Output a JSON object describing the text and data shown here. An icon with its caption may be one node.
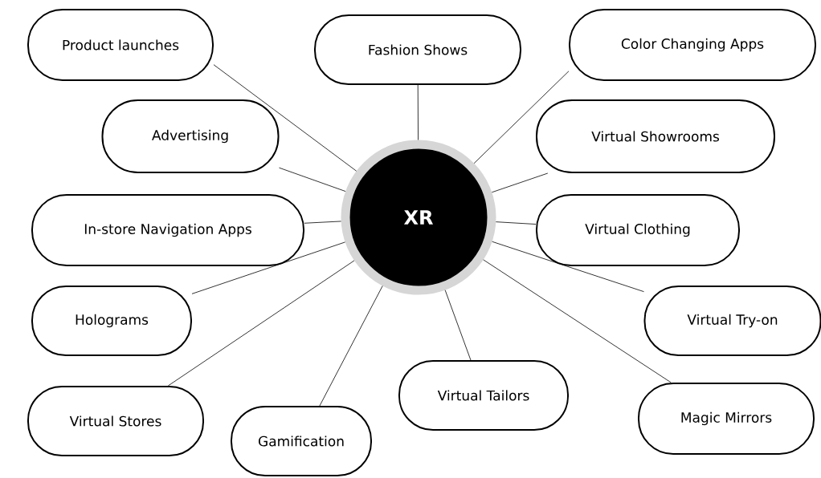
{
  "diagram": {
    "nodes": [
      {
        "text": [
          "XR"
        ]
      },
      {
        "text": [
          "Product launches"
        ]
      },
      {
        "text": [
          "Fashion Shows"
        ]
      },
      {
        "text": [
          "Color Changing Apps"
        ]
      },
      {
        "text": [
          "Advertising"
        ]
      },
      {
        "text": [
          "Virtual Showrooms"
        ]
      },
      {
        "text": [
          "In-store Navigation Apps"
        ]
      },
      {
        "text": [
          "Virtual Clothing"
        ]
      },
      {
        "text": [
          "Holograms"
        ]
      },
      {
        "text": [
          "Virtual Try-on"
        ]
      },
      {
        "text": [
          "Virtual Tailors"
        ]
      },
      {
        "text": [
          "Magic Mirrors"
        ]
      },
      {
        "text": [
          "Virtual Stores"
        ]
      },
      {
        "text": [
          "Gamification"
        ]
      }
    ],
    "edges": [
      {
        "from": 0,
        "to": 1,
        "arrow": "none"
      },
      {
        "from": 0,
        "to": 2,
        "arrow": "none"
      },
      {
        "from": 0,
        "to": 3,
        "arrow": "none"
      },
      {
        "from": 0,
        "to": 4,
        "arrow": "none"
      },
      {
        "from": 0,
        "to": 5,
        "arrow": "none"
      },
      {
        "from": 0,
        "to": 6,
        "arrow": "none"
      },
      {
        "from": 0,
        "to": 7,
        "arrow": "none"
      },
      {
        "from": 0,
        "to": 8,
        "arrow": "none"
      },
      {
        "from": 0,
        "to": 9,
        "arrow": "none"
      },
      {
        "from": 0,
        "to": 10,
        "arrow": "none"
      },
      {
        "from": 0,
        "to": 11,
        "arrow": "none"
      },
      {
        "from": 0,
        "to": 12,
        "arrow": "none"
      },
      {
        "from": 0,
        "to": 13,
        "arrow": "none"
      }
    ]
  }
}
